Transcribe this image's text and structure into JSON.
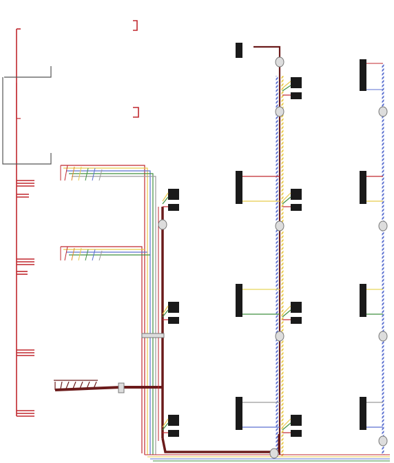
{
  "diagram": {
    "kind": "wiring-harness",
    "colors": {
      "background": "#ffffff",
      "red": "#c0272d",
      "dark_red": "#7a1c1c",
      "maroon_trunk": "#6b1b1b",
      "yellow": "#e8d55a",
      "green": "#3f8f3f",
      "blue": "#5a6fd0",
      "gray": "#9a9a9a",
      "orange": "#e08a2a",
      "black": "#1a1a1a",
      "connector_gray": "#c8c8c8"
    },
    "terminal_blocks": [
      {
        "group": "top",
        "count": 1
      },
      {
        "group": "column-2",
        "count": 4
      },
      {
        "group": "column-3",
        "count": 4
      },
      {
        "group": "column-4",
        "count": 4
      },
      {
        "group": "left-small",
        "count": 4
      }
    ],
    "legend_glyphs": [
      {
        "id": "bracket-top",
        "label": ""
      },
      {
        "id": "bracket-mid",
        "label": ""
      }
    ]
  }
}
